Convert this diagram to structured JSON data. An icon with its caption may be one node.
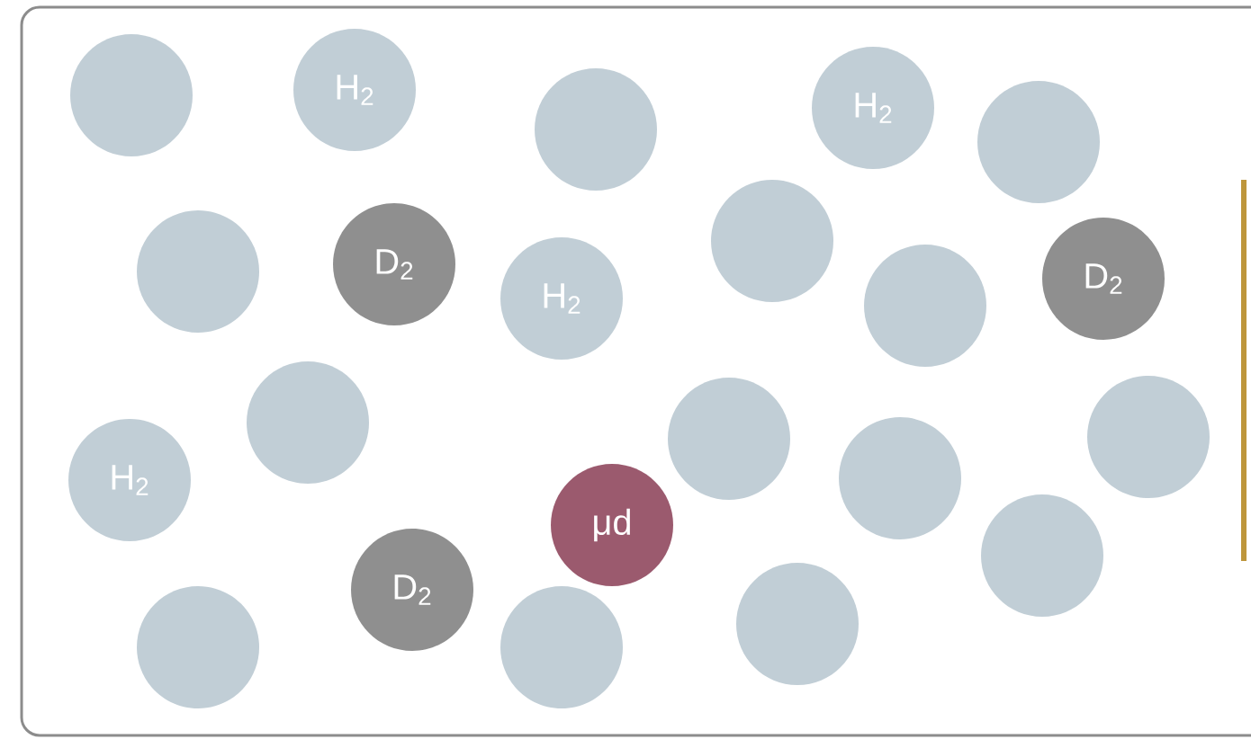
{
  "diagram": {
    "nodes": [
      {
        "text": [
          "H$_{2}$"
        ]
      },
      {
        "text": [],
        "shape": "circle"
      },
      {
        "text": [
          "H$_{2}$"
        ]
      },
      {
        "text": [],
        "shape": "circle"
      },
      {
        "text": [],
        "shape": "circle"
      },
      {
        "text": [],
        "shape": "circle"
      },
      {
        "text": [
          "D$_{2}$"
        ]
      },
      {
        "text": [],
        "shape": "circle"
      },
      {
        "text": [
          "D$_{2}$"
        ]
      },
      {
        "text": [
          "H$_{2}$"
        ]
      },
      {
        "text": [],
        "shape": "circle"
      },
      {
        "text": [],
        "shape": "circle"
      },
      {
        "text": [],
        "shape": "circle"
      },
      {
        "text": [],
        "shape": "circle"
      },
      {
        "text": [],
        "shape": "circle"
      },
      {
        "text": [
          "H$_{2}$"
        ]
      },
      {
        "text": [
          "μd"
        ]
      },
      {
        "text": [],
        "shape": "circle"
      },
      {
        "text": [
          "D$_{2}$"
        ]
      },
      {
        "text": [],
        "shape": "circle"
      },
      {
        "text": [],
        "shape": "circle"
      },
      {
        "text": [],
        "shape": "circle"
      }
    ]
  }
}
